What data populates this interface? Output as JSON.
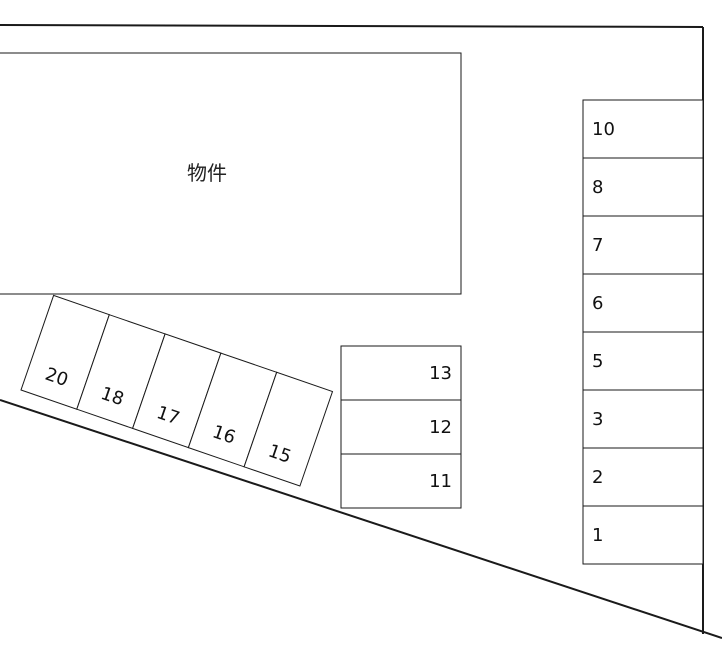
{
  "building": {
    "label": "物件"
  },
  "right_column": [
    "10",
    "8",
    "7",
    "6",
    "5",
    "3",
    "2",
    "1"
  ],
  "middle_column": [
    "13",
    "12",
    "11"
  ],
  "slanted_row": [
    "20",
    "18",
    "17",
    "16",
    "15"
  ]
}
